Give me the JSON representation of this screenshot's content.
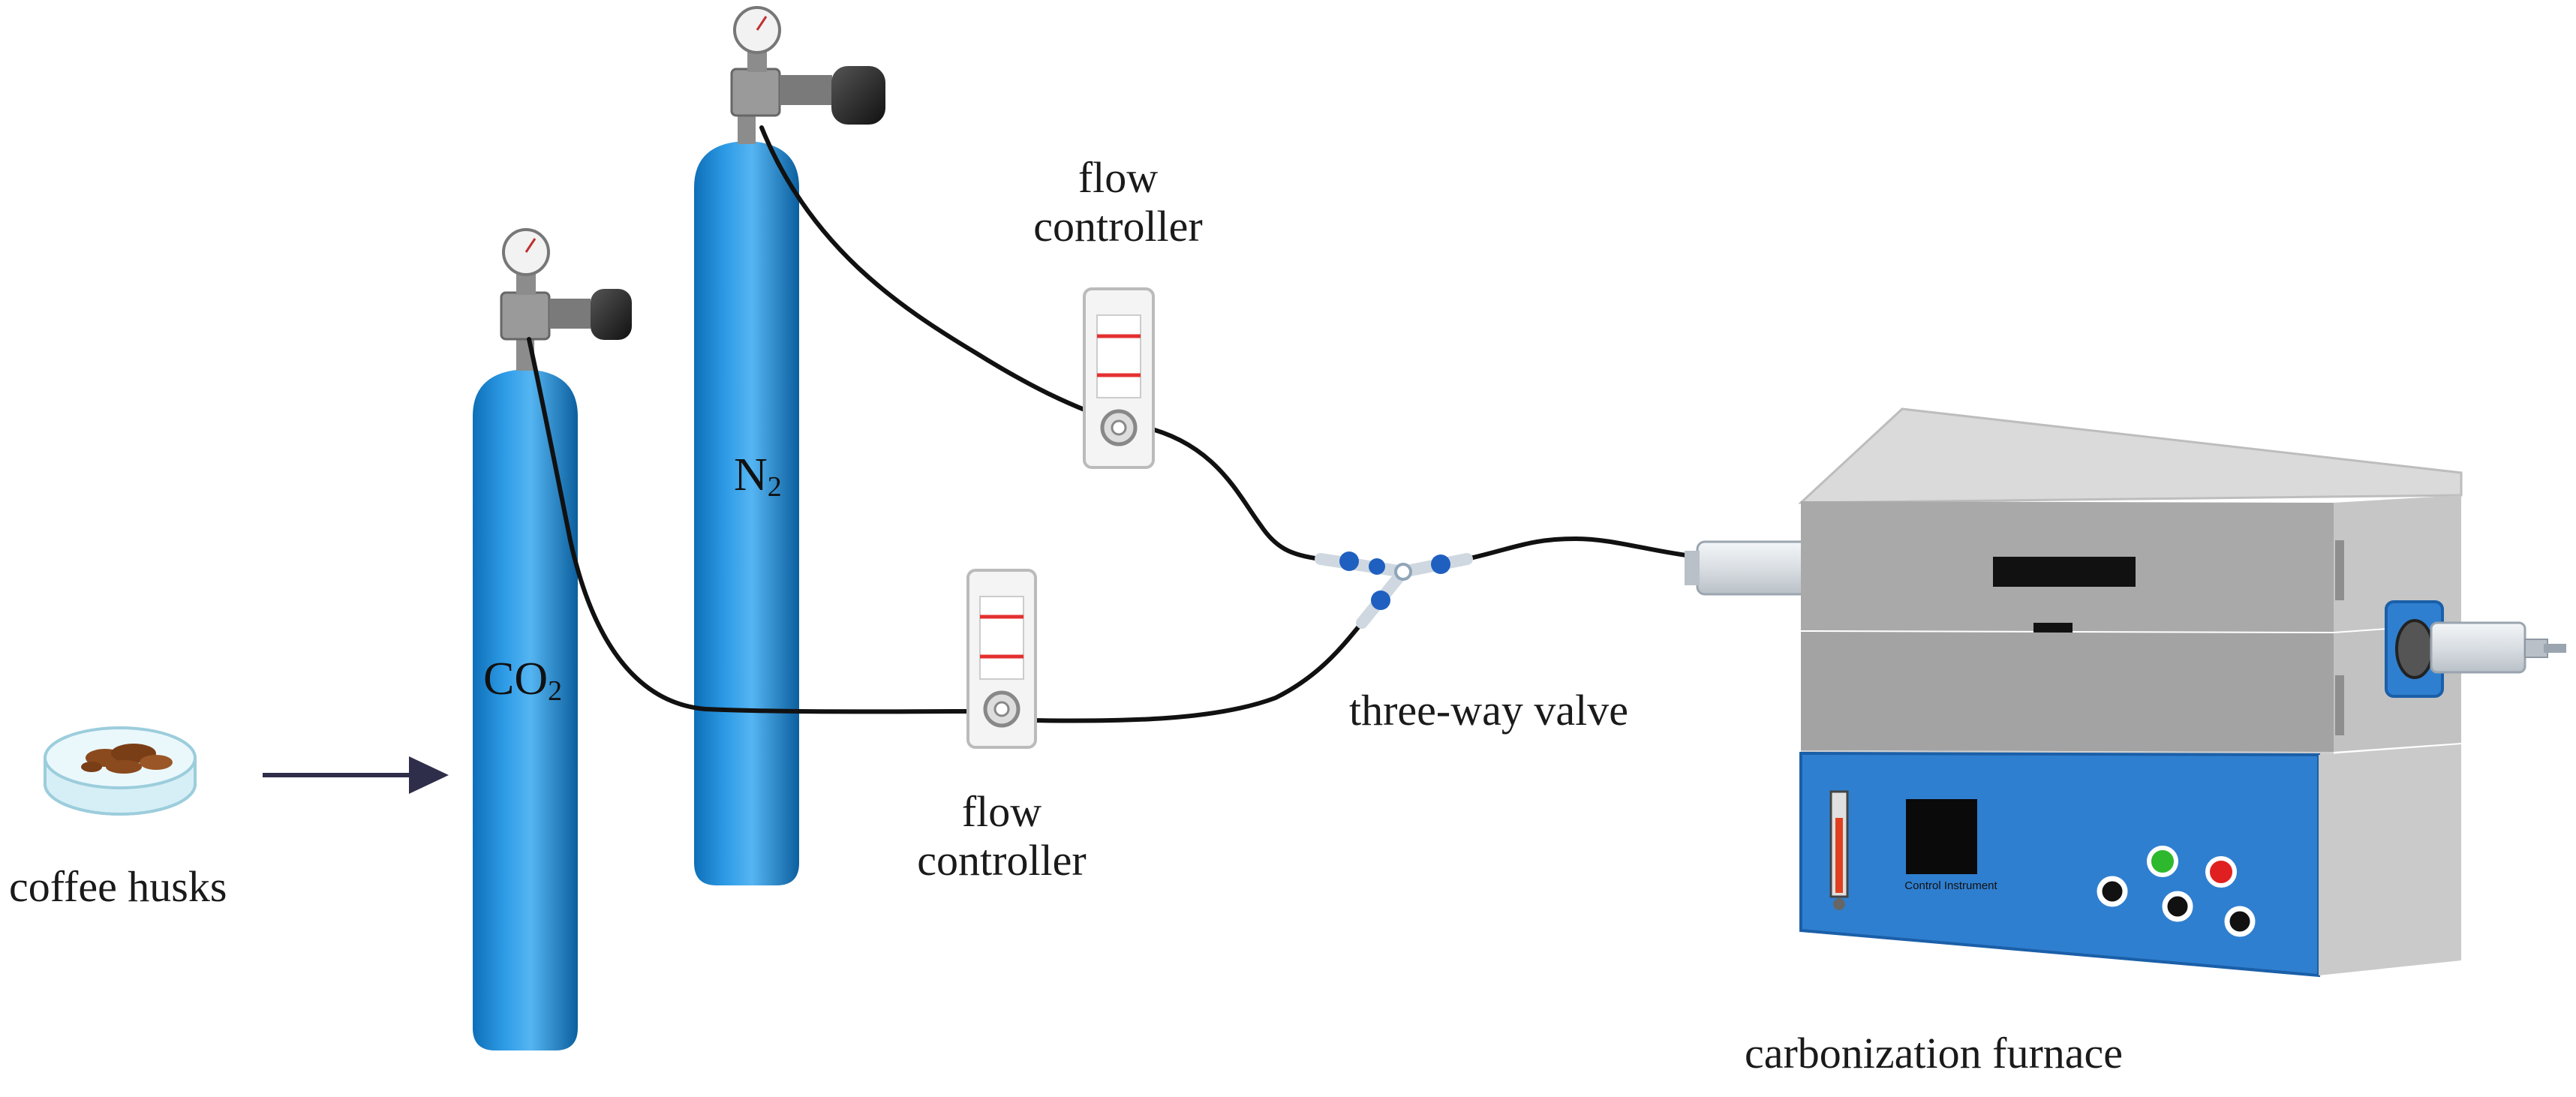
{
  "labels": {
    "coffee_husks": "coffee husks",
    "flow_controller_top": [
      "flow",
      "controller"
    ],
    "flow_controller_bottom": [
      "flow",
      "controller"
    ],
    "three_way_valve": "three-way valve",
    "carbonization_furnace": "carbonization furnace",
    "furnace_panel_text": "Control Instrument"
  },
  "cylinders": {
    "co2": {
      "main": "CO",
      "sub": "2"
    },
    "n2": {
      "main": "N",
      "sub": "2"
    }
  },
  "colors": {
    "cylinder_blue": "#1E8FD8",
    "furnace_panel_blue": "#2F7FD0",
    "furnace_gray": "#C8C8C8",
    "tube_black": "#111111",
    "valve_blue": "#1F5FC0",
    "arrow": "#2E2E4A",
    "husk_brown": "#8A4A1E",
    "led_green": "#2EB82E",
    "led_red": "#E02020",
    "flow_marks": "#E53030"
  }
}
